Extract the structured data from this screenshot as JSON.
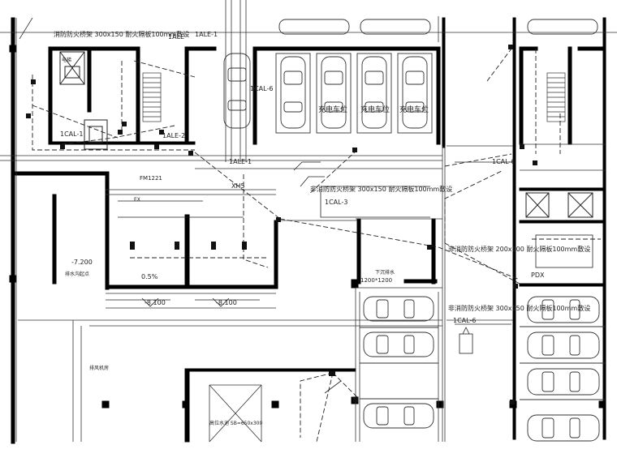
{
  "labels": {
    "tray_top": "消防防火桥架 300x150 耐火隔板100mm敷设",
    "tray_mid": "非消防防火桥架 300x150 耐火隔板100mm敷设",
    "tray_right": "非消防防火桥架 200x100 耐火隔板100mm敷设",
    "tray_lower": "非消防防火桥架 300x150 耐火隔板100mm敷设",
    "ale_1_a": "1ALE",
    "ale_1_b": "1ALE-1",
    "ale_2": "1ALE-2",
    "ale_1_c": "1ALE-1",
    "cal_top": "1CAL-6",
    "cal_left": "1CAL-1",
    "cal_mid": "1CAL-3",
    "cal_right": "1CAL-6",
    "cal_lower": "1CAL-6",
    "charge_1": "充电车位",
    "charge_2": "充电车位",
    "charge_3": "充电车位",
    "xh5": "XH5",
    "fm": "FM1221",
    "elev_1": "-7.200",
    "elev_2": "-8.100",
    "elev_3": "-8.100",
    "slope": "0.5%",
    "dim_opening": "1200*1200",
    "pdx": "PDX",
    "room_note": "排水沟起点",
    "mid_note": "下沉排水",
    "bottom_note": "高位水池 SB=650x300",
    "small_note_1": "排风机房",
    "small_note_2": "EX",
    "lift_label": "电梯"
  }
}
